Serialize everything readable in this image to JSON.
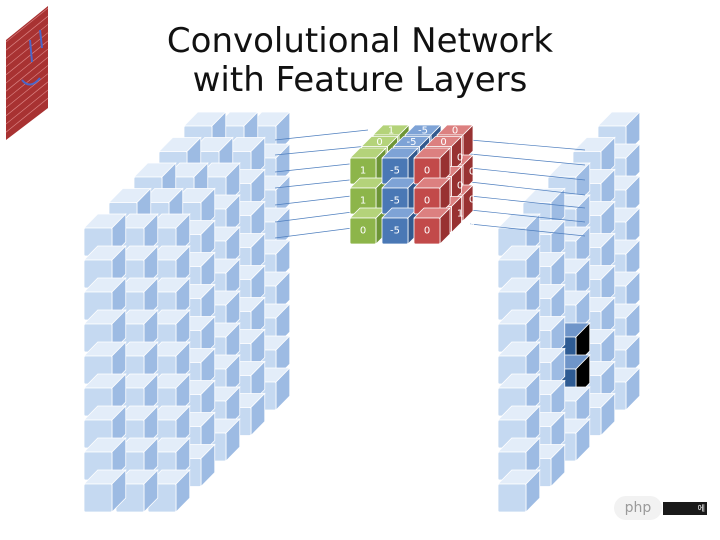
{
  "title": {
    "line1": "Convolutional Network",
    "line2": "with Feature Layers"
  },
  "filter_values": {
    "green": [
      [
        "0",
        "0",
        "1"
      ],
      [
        "1",
        "0",
        "0"
      ],
      [
        "1",
        "0",
        "0"
      ]
    ],
    "green_front": [
      "1",
      "1",
      "0"
    ],
    "blue_front": [
      "-5",
      "-5",
      "-5"
    ],
    "blue_top": [
      "-5",
      "-5",
      "-5"
    ],
    "red_front": [
      "0",
      "0",
      "0"
    ],
    "red_top": [
      "0",
      "0",
      "0"
    ],
    "red_side": [
      "0",
      "0",
      "0",
      "0",
      "1",
      "0"
    ],
    "green_top": [
      "0",
      "0",
      "1"
    ]
  },
  "watermark": {
    "badge": "php",
    "suffix": "에"
  },
  "colors": {
    "cube_light": "#c5d9f1",
    "cube_mid": "#9dbbe3",
    "cube_dark": "#6f95c9",
    "highlight": "#000000",
    "highlight_side": "#2e5b93",
    "green": "#8db54a",
    "blue": "#4a78b5",
    "red": "#c24a4a",
    "thumbnail": "#a83232"
  }
}
